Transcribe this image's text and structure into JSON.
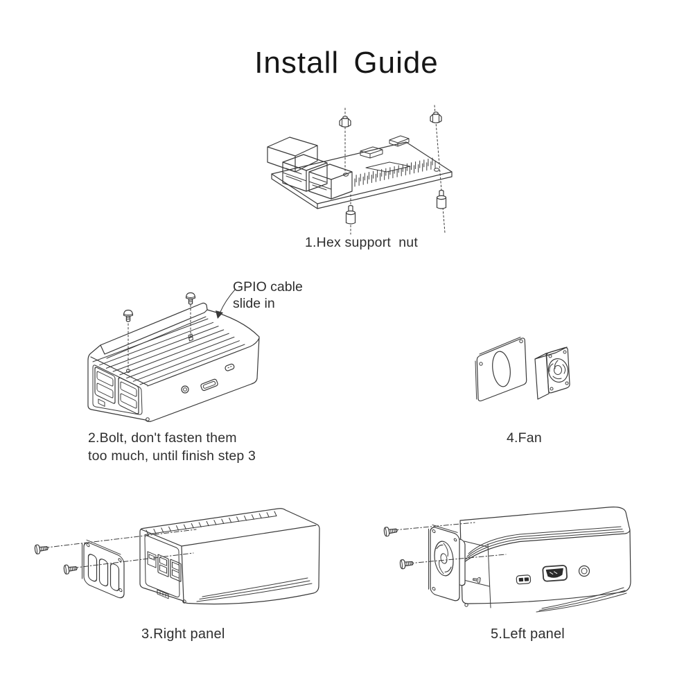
{
  "title": "Install Guide",
  "colors": {
    "background": "#ffffff",
    "line_art": "#383838",
    "text": "#2e2e2e"
  },
  "steps": {
    "hex_support_nut": {
      "caption": "1.Hex support  nut"
    },
    "bolt": {
      "caption_line1": "2.Bolt, don't fasten them",
      "caption_line2": "too much, until finish step 3",
      "annotation": {
        "line1": "GPIO cable",
        "line2": "slide in"
      }
    },
    "right_panel": {
      "caption": "3.Right panel"
    },
    "fan": {
      "caption": "4.Fan"
    },
    "left_panel": {
      "caption": "5.Left panel"
    }
  }
}
